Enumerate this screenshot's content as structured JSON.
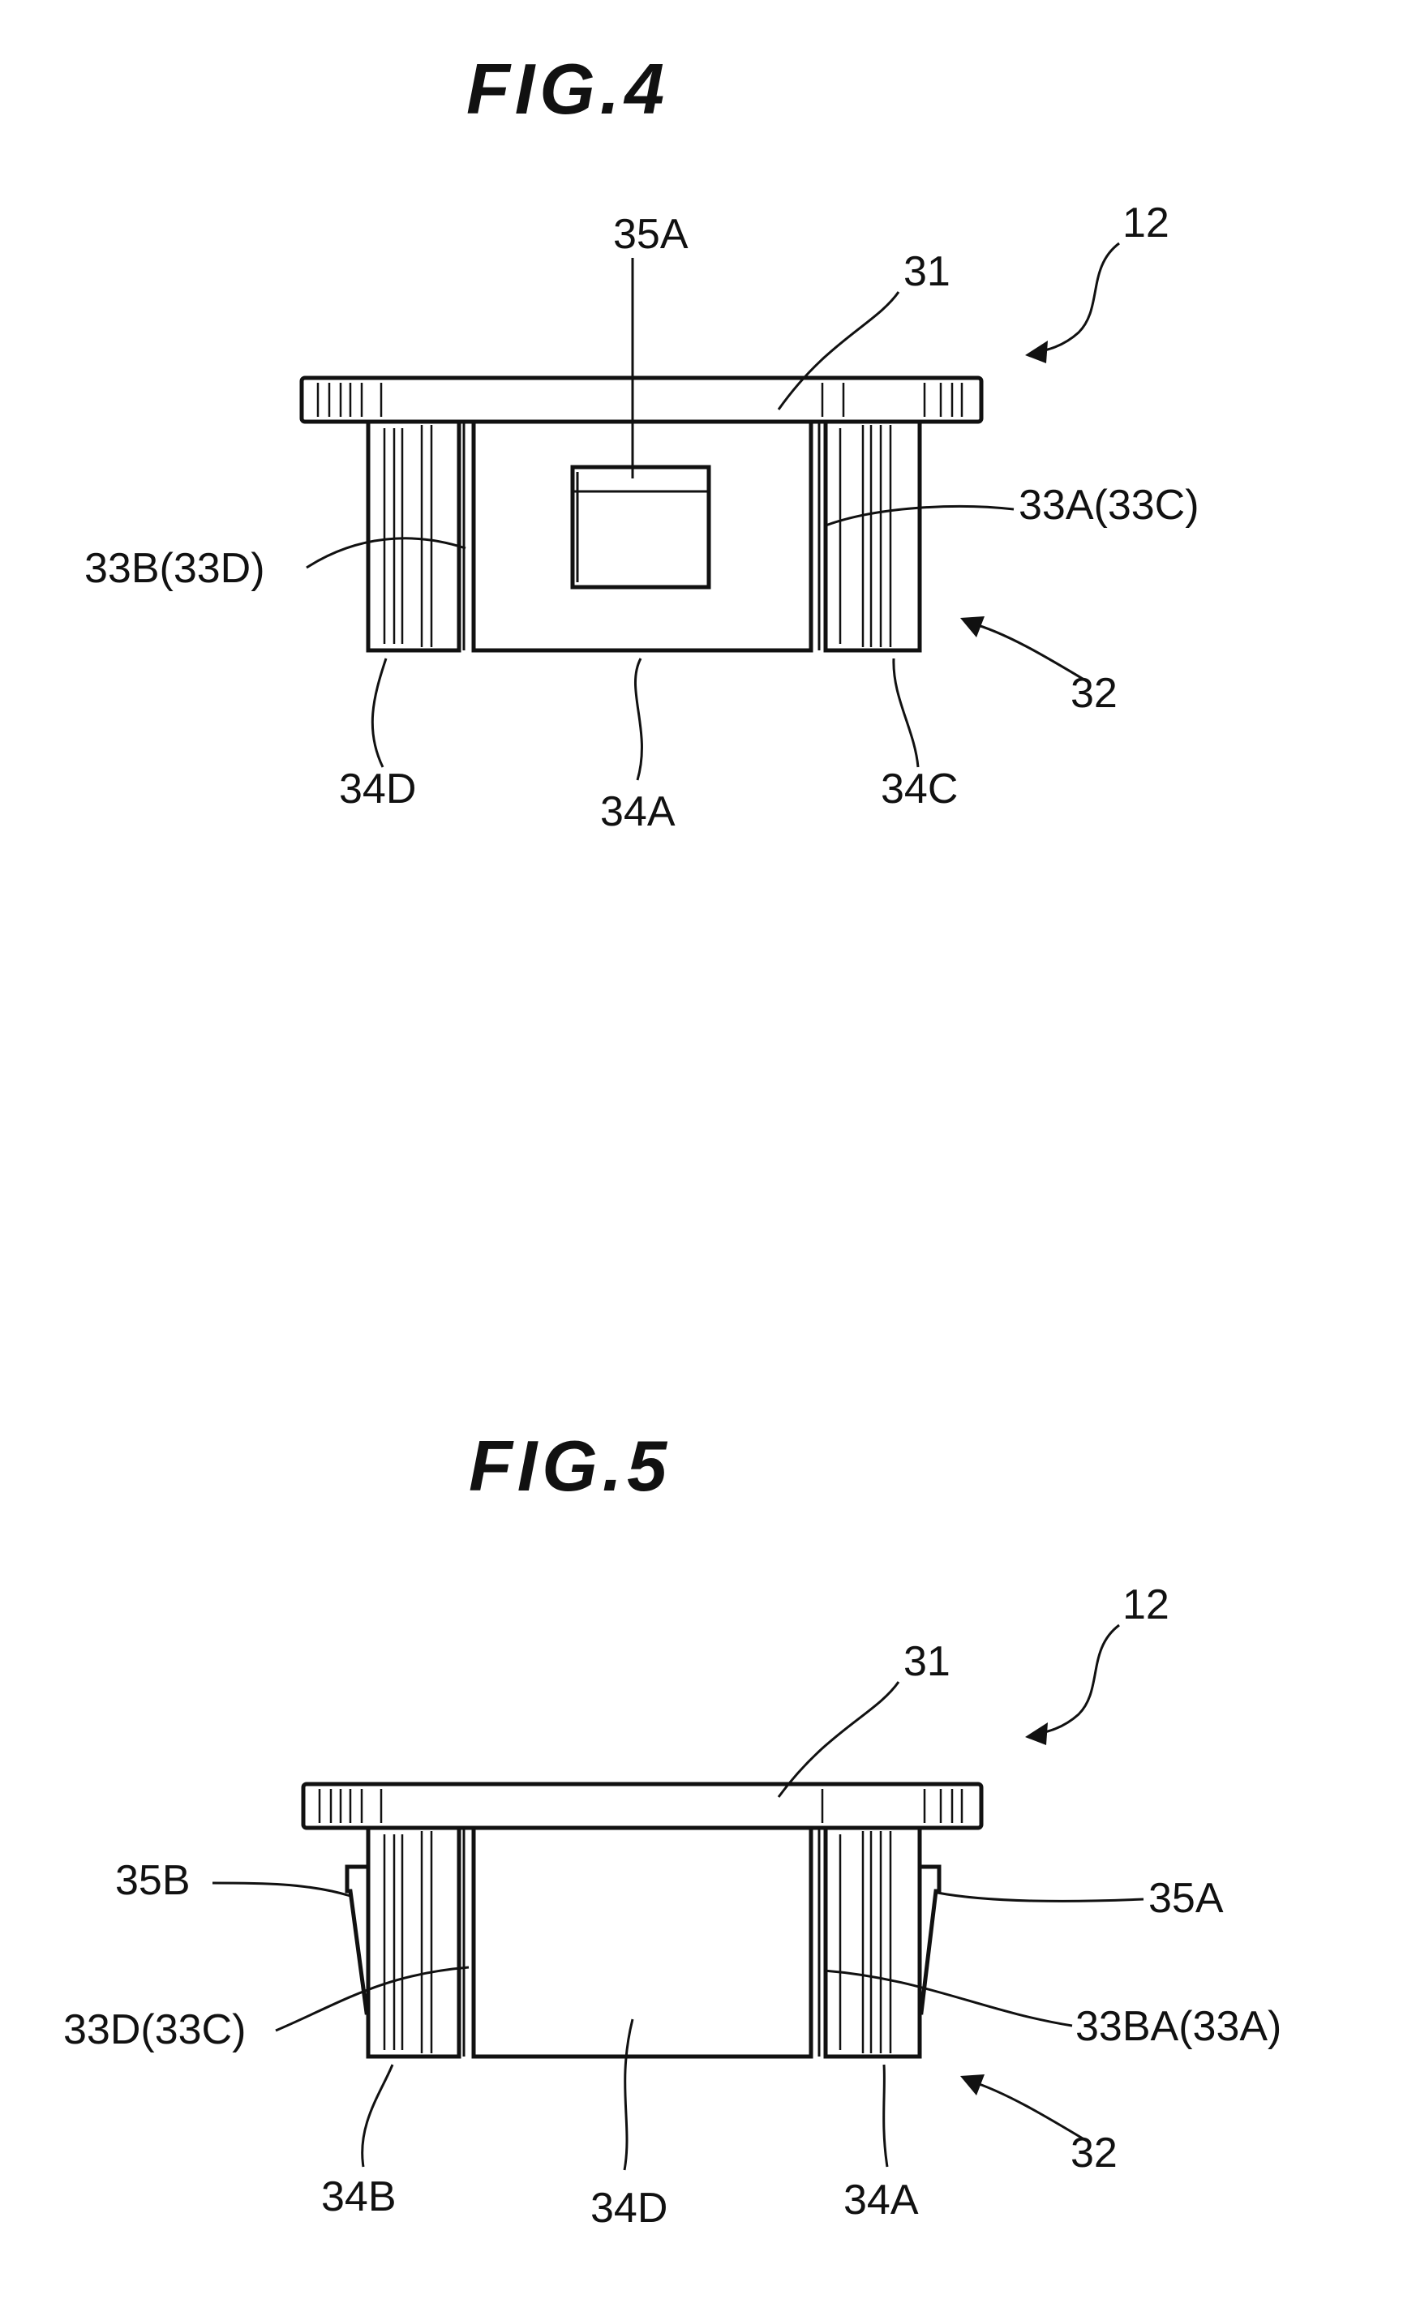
{
  "figures": [
    {
      "title": "FIG.4",
      "labels": {
        "assembly": "12",
        "top_plate": "31",
        "window": "35A",
        "right_wall": "33A(33C)",
        "left_wall": "33B(33D)",
        "body": "32",
        "left_leg": "34D",
        "center_face": "34A",
        "right_leg": "34C"
      }
    },
    {
      "title": "FIG.5",
      "labels": {
        "assembly": "12",
        "top_plate": "31",
        "left_tab": "35B",
        "right_tab": "35A",
        "left_wall": "33D(33C)",
        "right_wall": "33BA(33A)",
        "body": "32",
        "left_leg": "34B",
        "center_face": "34D",
        "right_leg": "34A"
      }
    }
  ]
}
